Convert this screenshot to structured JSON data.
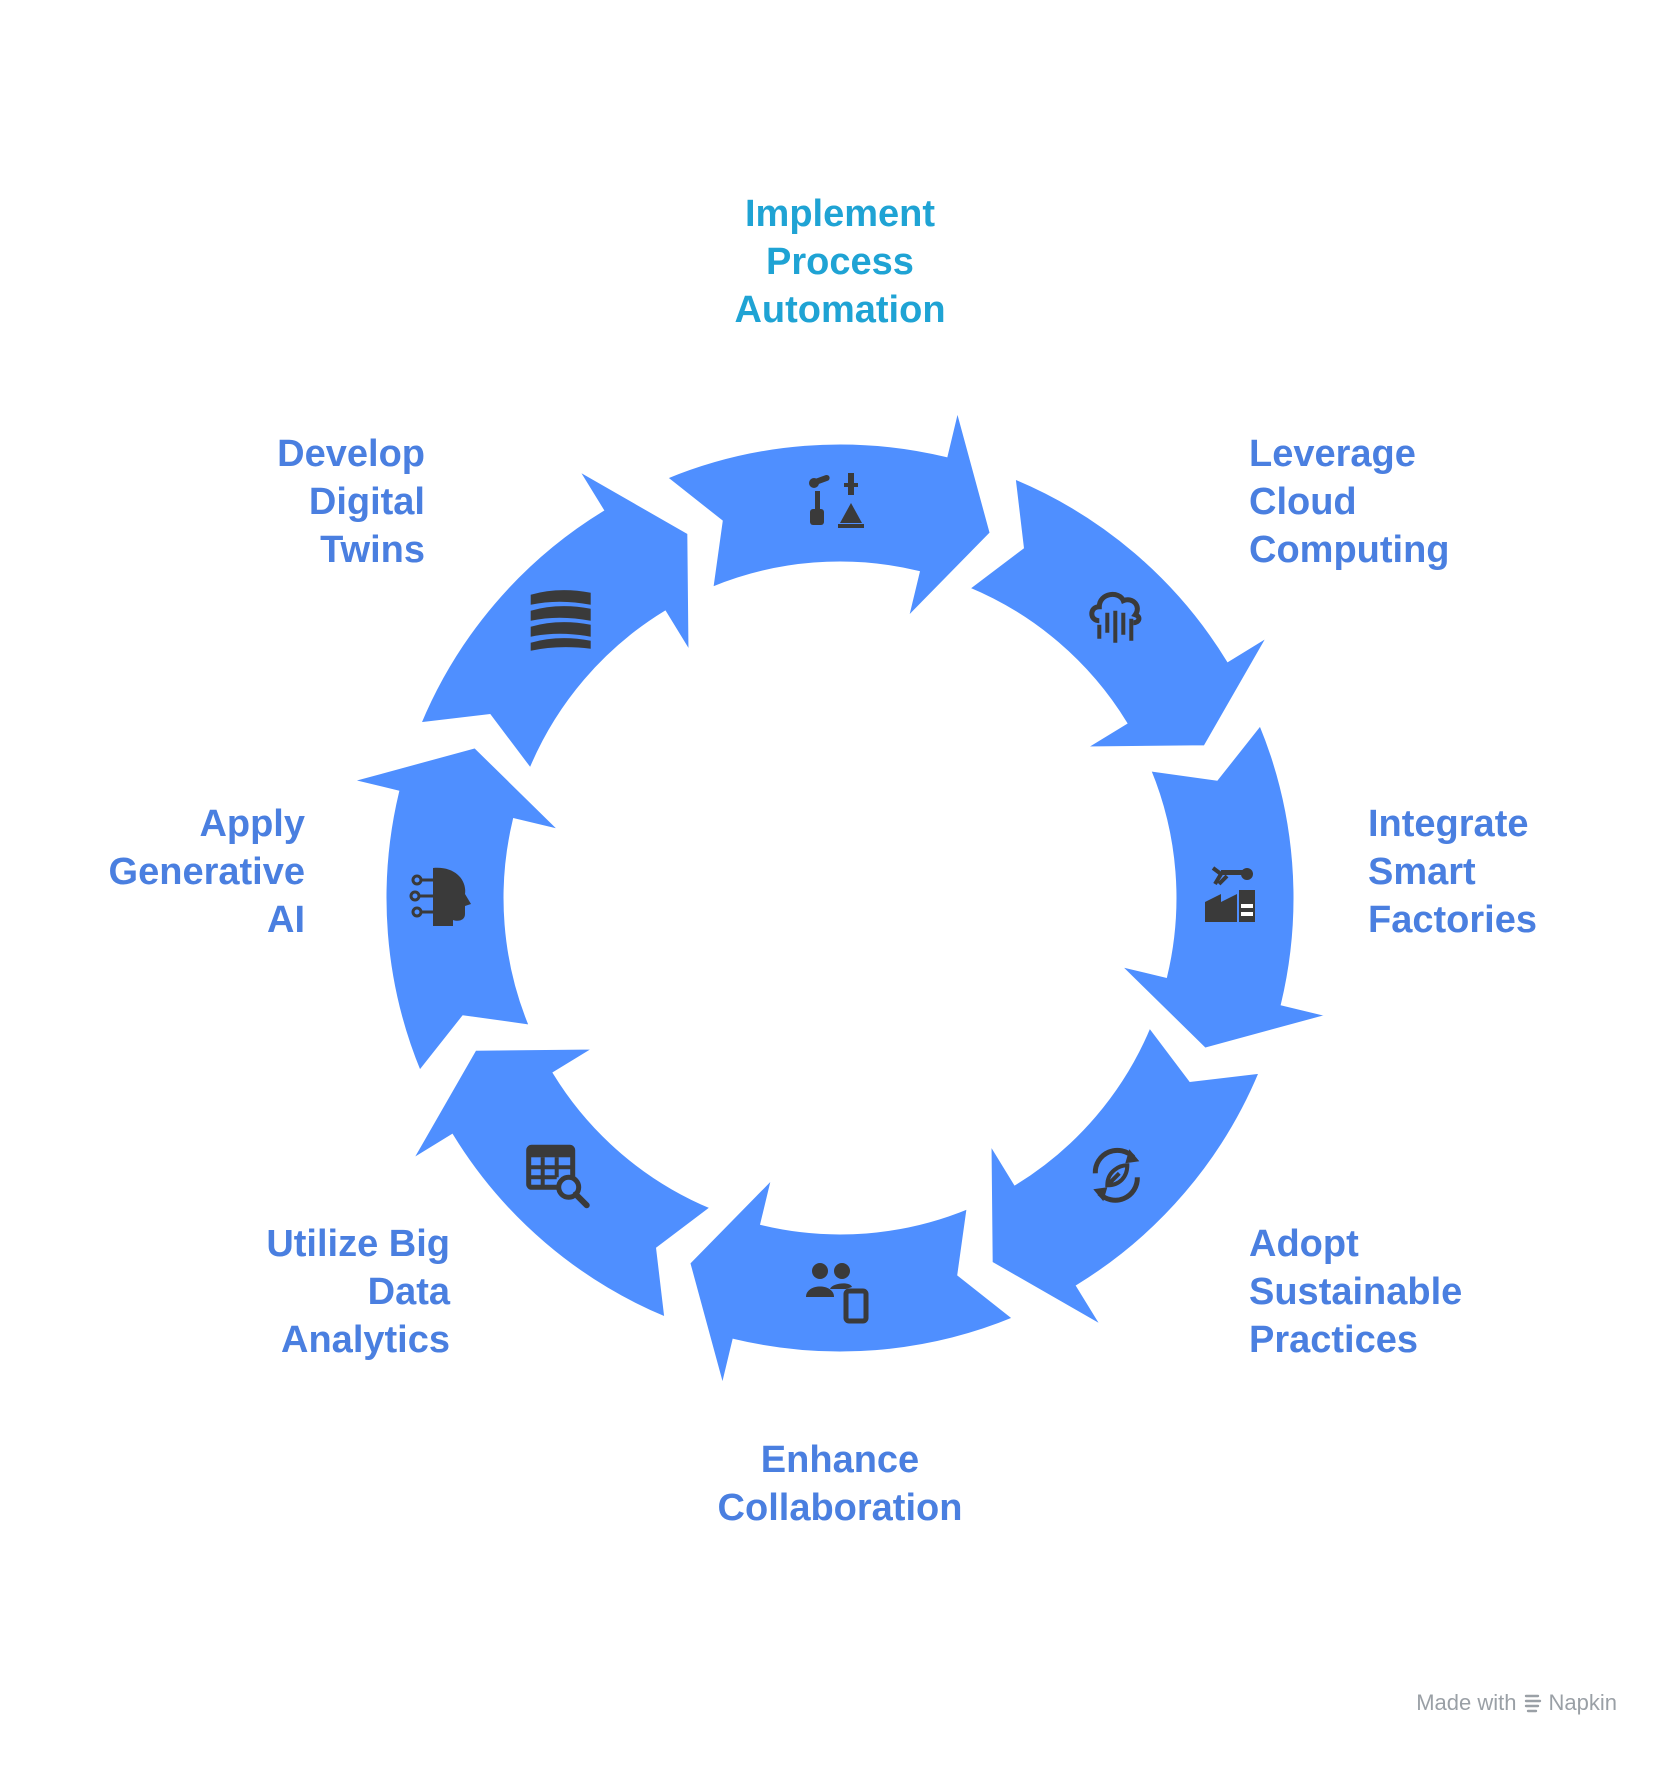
{
  "colors": {
    "ring": "#4F8FFF",
    "ring_stroke": "#ffffff",
    "icon": "#3a3a3a",
    "label": "#4a7fe0",
    "highlight_label": "#1fa3d4",
    "footer": "#9aa0a6"
  },
  "steps": [
    {
      "label": "Implement\nProcess\nAutomation",
      "icon": "robot-arm-icon"
    },
    {
      "label": "Leverage\nCloud\nComputing",
      "icon": "cloud-circuit-icon"
    },
    {
      "label": "Integrate\nSmart\nFactories",
      "icon": "smart-factory-icon"
    },
    {
      "label": "Adopt\nSustainable\nPractices",
      "icon": "eco-cycle-icon"
    },
    {
      "label": "Enhance\nCollaboration",
      "icon": "people-device-icon"
    },
    {
      "label": "Utilize Big\nData\nAnalytics",
      "icon": "table-search-icon"
    },
    {
      "label": "Apply\nGenerative\nAI",
      "icon": "ai-head-icon"
    },
    {
      "label": "Develop\nDigital\nTwins",
      "icon": "layers-stack-icon"
    }
  ],
  "footer": {
    "prefix": "Made with",
    "brand": "Napkin"
  }
}
